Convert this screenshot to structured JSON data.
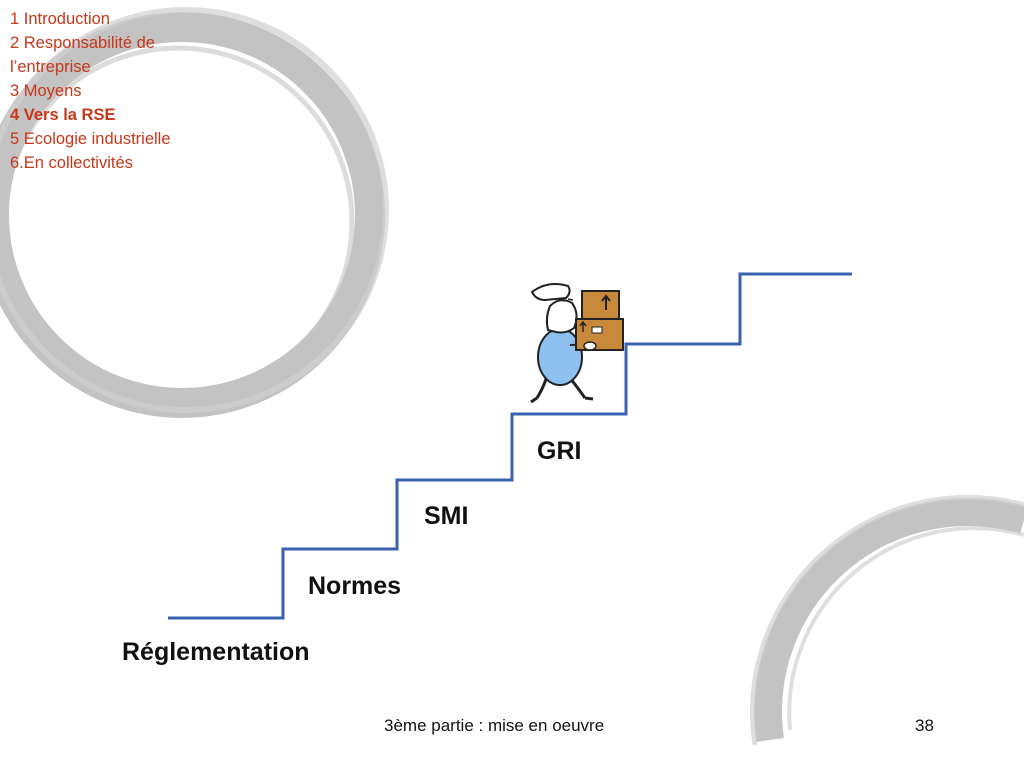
{
  "toc": {
    "items": [
      {
        "label": "1 Introduction",
        "active": false
      },
      {
        "label": "2 Responsabilité de l’entreprise",
        "active": false
      },
      {
        "label": "3 Moyens",
        "active": false
      },
      {
        "label": "4 Vers la RSE",
        "active": true
      },
      {
        "label": "5 Ecologie industrielle",
        "active": false
      },
      {
        "label": "6.En collectivités",
        "active": false
      }
    ]
  },
  "staircase": {
    "steps": [
      "Réglementation",
      "Normes",
      "SMI",
      "GRI"
    ],
    "line_color": "#3a62b0"
  },
  "illustration": {
    "figure": "delivery-man-carrying-boxes",
    "box_color": "#c88a3a",
    "body_color": "#8ec0f0"
  },
  "footer": {
    "title": "3ème partie : mise en oeuvre",
    "page_number": "38"
  },
  "colors": {
    "toc_text": "#c8371a",
    "decoration": "#b4b4b4"
  }
}
